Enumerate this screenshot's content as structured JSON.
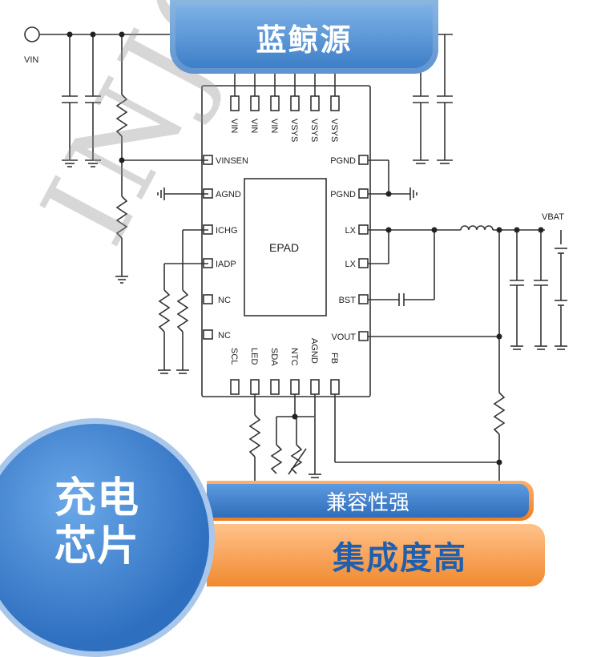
{
  "brand": "蓝鲸源",
  "watermark": "INJOIN",
  "title_lines": [
    "充电",
    "芯片"
  ],
  "features": [
    "兼容性强",
    "集成度高"
  ],
  "schematic": {
    "center_label": "EPAD",
    "rails": {
      "vin": "VIN",
      "vbat": "VBAT"
    },
    "top_pins": [
      "VIN",
      "VIN",
      "VIN",
      "VSYS",
      "VSYS",
      "VSYS"
    ],
    "left_pins": [
      "VINSEN",
      "AGND",
      "ICHG",
      "IADP",
      "NC",
      "NC"
    ],
    "right_pins": [
      "PGND",
      "PGND",
      "LX",
      "LX",
      "BST",
      "VOUT"
    ],
    "bottom_pins": [
      "SCL",
      "LED",
      "SDA",
      "NTC",
      "AGND",
      "FB"
    ]
  }
}
